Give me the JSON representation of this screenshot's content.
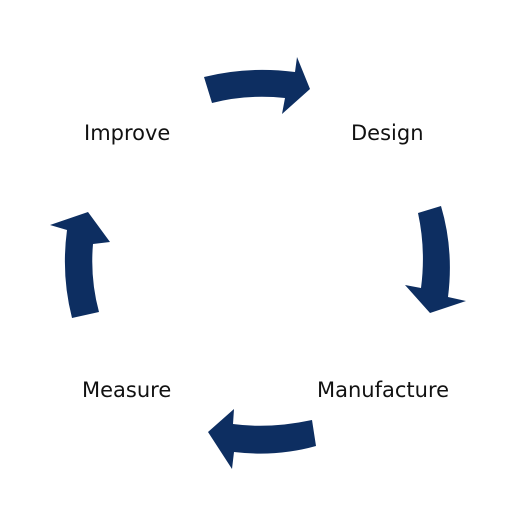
{
  "diagram": {
    "type": "cycle",
    "stages": [
      {
        "label": "Improve"
      },
      {
        "label": "Design"
      },
      {
        "label": "Manufacture"
      },
      {
        "label": "Measure"
      }
    ],
    "direction": "clockwise",
    "colors": {
      "arrow": "#0d2e61",
      "text": "#111111",
      "background": "#ffffff"
    }
  }
}
